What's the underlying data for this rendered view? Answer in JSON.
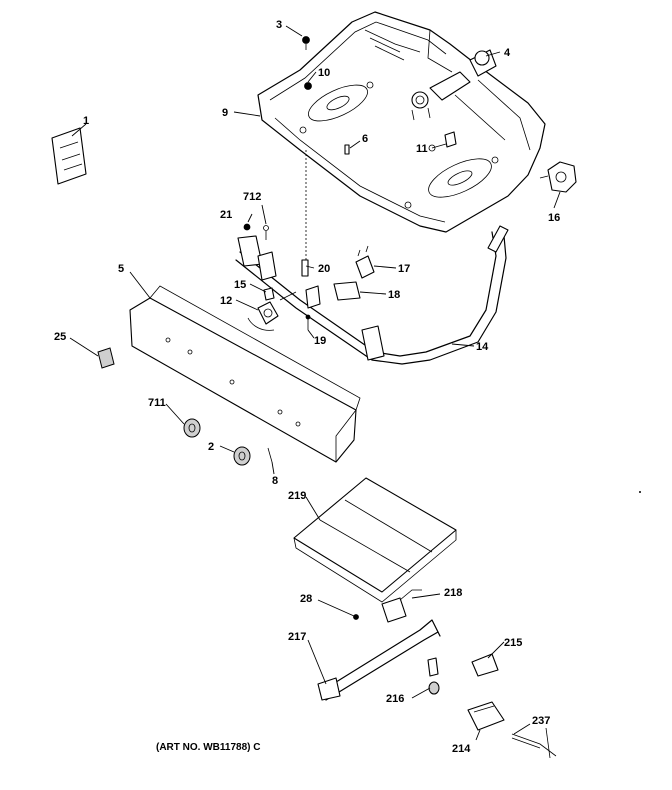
{
  "callouts": {
    "c1": "1",
    "c2": "2",
    "c3": "3",
    "c4": "4",
    "c5": "5",
    "c6": "6",
    "c8": "8",
    "c9": "9",
    "c10": "10",
    "c11": "11",
    "c12": "12",
    "c14": "14",
    "c15": "15",
    "c16": "16",
    "c17": "17",
    "c18": "18",
    "c19": "19",
    "c20": "20",
    "c21": "21",
    "c25": "25",
    "c28": "28",
    "c214": "214",
    "c215": "215",
    "c216": "216",
    "c217": "217",
    "c218": "218",
    "c219": "219",
    "c237": "237",
    "c711": "711",
    "c712": "712"
  },
  "art_note": "(ART NO. WB11788) C"
}
